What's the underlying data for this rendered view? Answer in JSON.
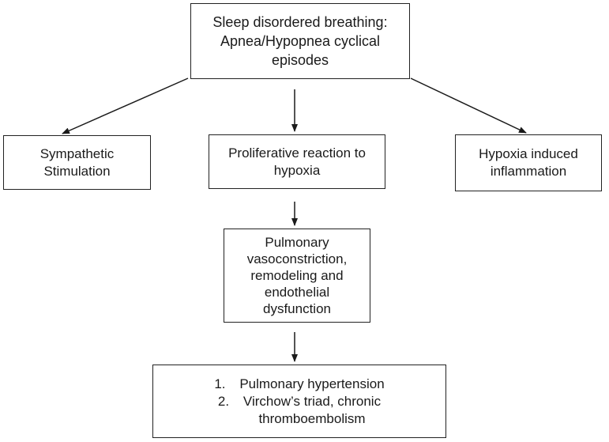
{
  "nodes": {
    "sleep_disordered_breathing": {
      "lines": [
        "Sleep disordered breathing:",
        "Apnea/Hypopnea cyclical",
        "episodes"
      ]
    },
    "sympathetic_stimulation": {
      "lines": [
        "Sympathetic",
        "Stimulation"
      ]
    },
    "proliferative_reaction": {
      "lines": [
        "Proliferative reaction to",
        "hypoxia"
      ]
    },
    "hypoxia_inflammation": {
      "lines": [
        "Hypoxia induced",
        "inflammation"
      ]
    },
    "pulmonary_vasoconstriction": {
      "lines": [
        "Pulmonary",
        "vasoconstriction,",
        "remodeling and",
        "endothelial",
        "dysfunction"
      ]
    },
    "outcomes": {
      "items": [
        {
          "num": "1.",
          "lines": [
            "Pulmonary hypertension"
          ]
        },
        {
          "num": "2.",
          "lines": [
            "Virchow’s triad, chronic",
            "thromboembolism"
          ]
        }
      ]
    }
  },
  "colors": {
    "border": "#222222",
    "arrow": "#1a1a1a",
    "text": "#1a1a1a"
  }
}
